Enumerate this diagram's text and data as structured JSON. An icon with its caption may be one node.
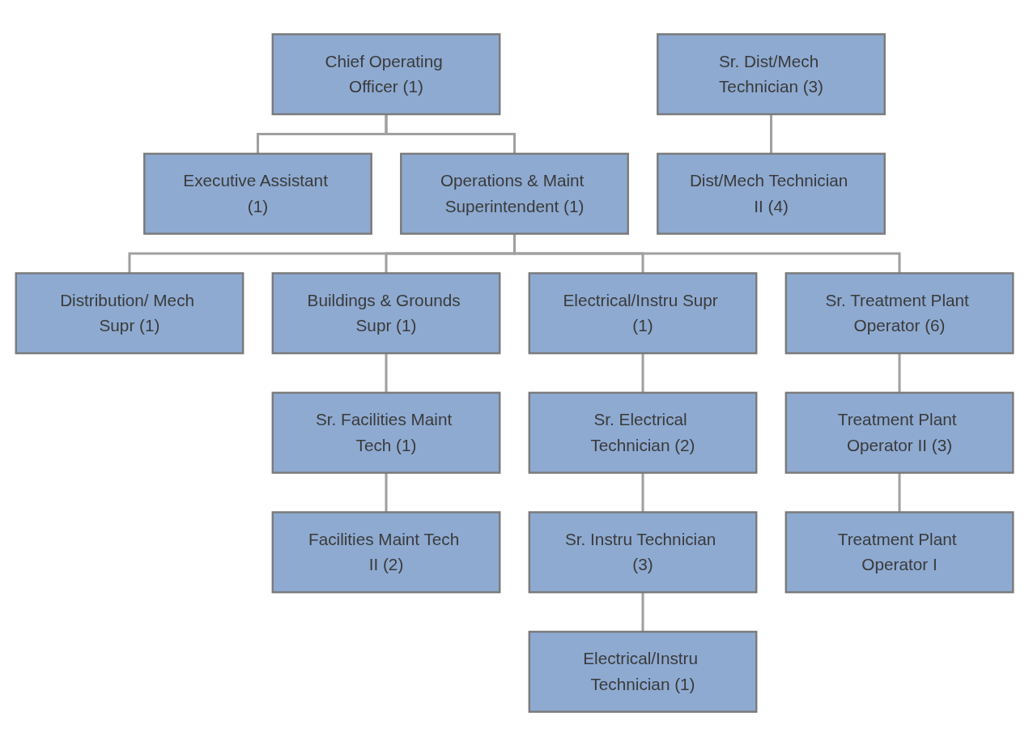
{
  "diagram": {
    "nodes": [
      {
        "text": [
          "Chief Operating Officer (1)"
        ]
      },
      {
        "text": [
          "Executive Assistant (1)"
        ]
      },
      {
        "text": [
          "Operations & Maint Superintendent (1)"
        ]
      },
      {
        "text": [
          "Distribution/ Mech Supr (1)"
        ]
      },
      {
        "text": [
          "Buildings & Grounds Supr (1)"
        ]
      },
      {
        "text": [
          "Electrical/Instru Supr (1)"
        ]
      },
      {
        "text": [
          "Sr. Treatment Plant Operator (6)"
        ]
      },
      {
        "text": [
          "Sr. Dist/Mech Technician (3)"
        ]
      },
      {
        "text": [
          "Dist/Mech Technician II (4)"
        ]
      },
      {
        "text": [
          "Sr. Facilities Maint Tech (1)"
        ]
      },
      {
        "text": [
          "Facilities Maint Tech II (2)"
        ]
      },
      {
        "text": [
          "Sr. Electrical Technician (2)"
        ]
      },
      {
        "text": [
          "Sr. Instru Technician (3)"
        ]
      },
      {
        "text": [
          "Electrical/Instru Technician (1)"
        ]
      },
      {
        "text": [
          "Treatment Plant Operator II (3)"
        ]
      },
      {
        "text": [
          "Treatment Plant Operator I"
        ]
      }
    ],
    "edges": [
      {
        "from": 0,
        "to": 1,
        "arrow": "none"
      },
      {
        "from": 0,
        "to": 2,
        "arrow": "none"
      },
      {
        "from": 2,
        "to": 3,
        "arrow": "none"
      },
      {
        "from": 2,
        "to": 4,
        "arrow": "none"
      },
      {
        "from": 2,
        "to": 5,
        "arrow": "none"
      },
      {
        "from": 2,
        "to": 6,
        "arrow": "none"
      },
      {
        "from": 7,
        "to": 8,
        "arrow": "none"
      },
      {
        "from": 4,
        "to": 9,
        "arrow": "none"
      },
      {
        "from": 9,
        "to": 10,
        "arrow": "none"
      },
      {
        "from": 5,
        "to": 11,
        "arrow": "none"
      },
      {
        "from": 11,
        "to": 12,
        "arrow": "none"
      },
      {
        "from": 12,
        "to": 13,
        "arrow": "none"
      },
      {
        "from": 6,
        "to": 14,
        "arrow": "none"
      },
      {
        "from": 14,
        "to": 15,
        "arrow": "none"
      }
    ]
  }
}
